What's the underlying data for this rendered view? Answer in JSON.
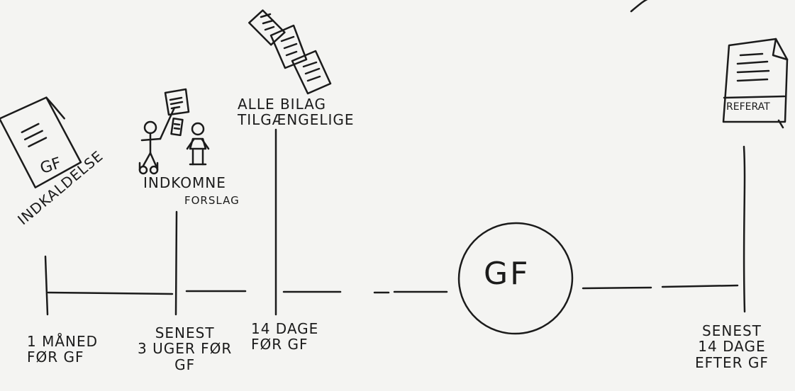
{
  "milestones": [
    {
      "bottom_label": "1 MÅNED\nFØR GF",
      "top_label": "INDKALDELSE",
      "doc_label": "GF"
    },
    {
      "bottom_label": "SENEST\n3 UGER FØR\nGF",
      "top_label": "INDKOMNE",
      "top_sub_label": "FORSLAG"
    },
    {
      "bottom_label": "14 DAGE\nFØR GF",
      "top_label": "ALLE BILAG\nTILGÆNGELIGE"
    },
    {
      "center_label": "GF"
    },
    {
      "bottom_label": "SENEST\n14 DAGE\nEFTER GF",
      "doc_label": "REFERAT"
    }
  ]
}
